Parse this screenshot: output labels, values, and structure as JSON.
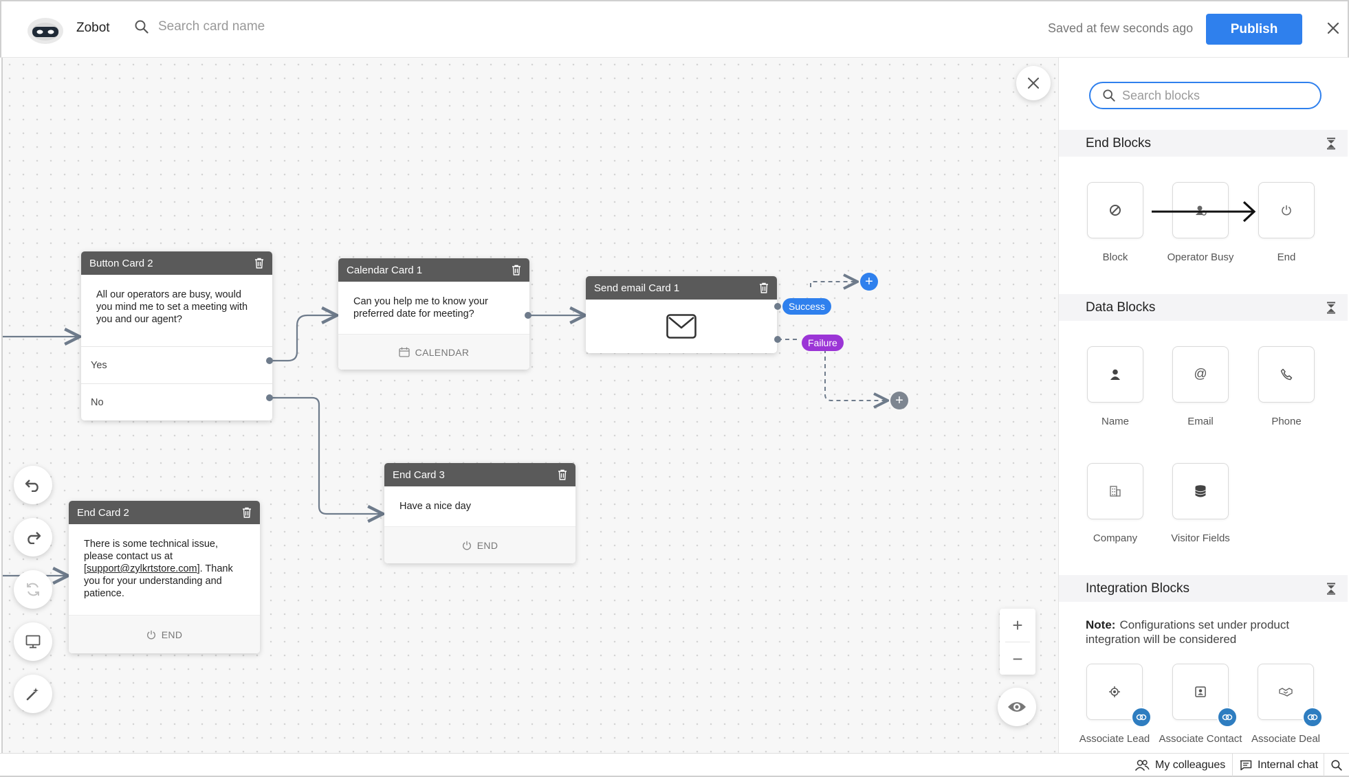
{
  "header": {
    "app_name": "Zobot",
    "search_placeholder": "Search card name",
    "saved_status": "Saved at few seconds ago",
    "publish_label": "Publish"
  },
  "canvas": {
    "cards": {
      "button_card_2": {
        "title": "Button Card 2",
        "message": "All our operators are busy, would you mind me to set a meeting with you and our agent?",
        "buttons": [
          "Yes",
          "No"
        ]
      },
      "calendar_card_1": {
        "title": "Calendar Card 1",
        "message": "Can you help me to know your preferred date for meeting?",
        "footer": "CALENDAR"
      },
      "send_email_card_1": {
        "title": "Send email Card 1",
        "success_label": "Success",
        "failure_label": "Failure"
      },
      "end_card_3": {
        "title": "End Card 3",
        "message": "Have a nice day",
        "footer": "END"
      },
      "end_card_2": {
        "title": "End Card 2",
        "message_prefix": "There is some technical issue, please contact us at [",
        "message_link": "support@zylkrtstore.com",
        "message_suffix": "]. Thank you for your understanding and patience.",
        "footer": "END"
      }
    },
    "tools": [
      "undo-icon",
      "redo-icon",
      "refresh-icon",
      "preview-desktop-icon",
      "magic-wand-icon"
    ],
    "zoom": {
      "in_label": "+",
      "out_label": "−"
    }
  },
  "panel": {
    "search_placeholder": "Search blocks",
    "sections": {
      "end_blocks": {
        "title": "End Blocks",
        "items": [
          "Block",
          "Operator Busy",
          "End"
        ]
      },
      "data_blocks": {
        "title": "Data Blocks",
        "items": [
          "Name",
          "Email",
          "Phone",
          "Company",
          "Visitor Fields"
        ]
      },
      "integration_blocks": {
        "title": "Integration Blocks",
        "note_label": "Note:",
        "note_text": "Configurations set under product integration will be considered",
        "items": [
          "Associate Lead",
          "Associate Contact",
          "Associate Deal"
        ]
      }
    }
  },
  "statusbar": {
    "colleagues_label": "My colleagues",
    "internal_chat_label": "Internal chat"
  },
  "colors": {
    "accent": "#2f80ed",
    "success": "#2f80ed",
    "failure": "#9b35d6",
    "card_header": "#5a5a5a",
    "connector": "#6e7b8b"
  }
}
